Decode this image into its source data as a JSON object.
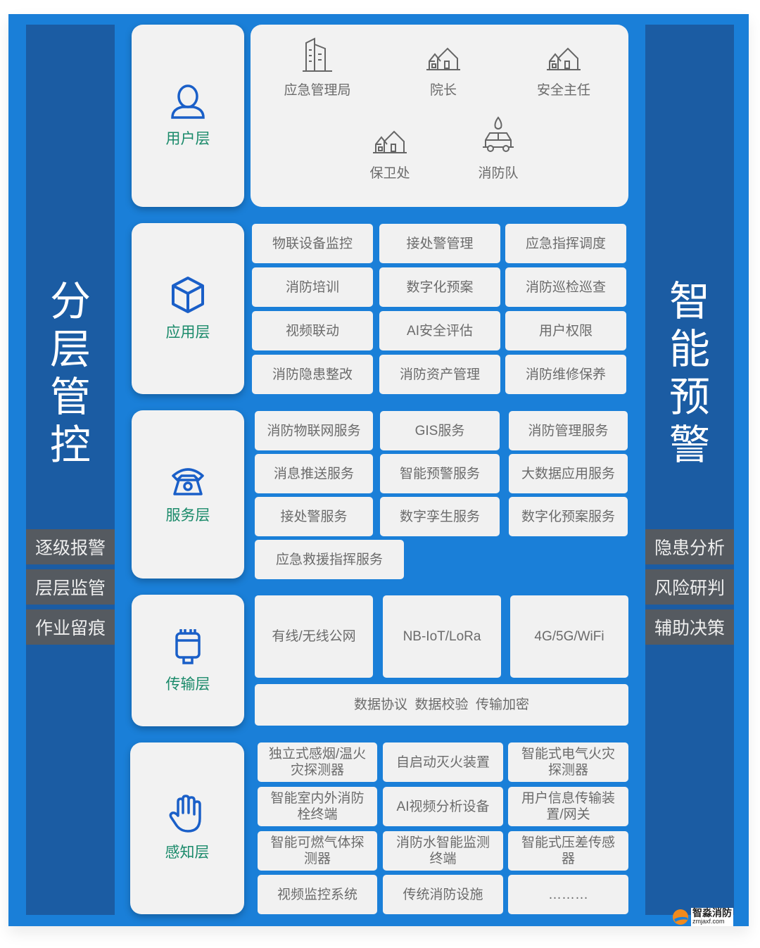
{
  "left_panel": {
    "title": [
      "分",
      "层",
      "管",
      "控"
    ],
    "tags": [
      "逐级报警",
      "层层监管",
      "作业留痕"
    ]
  },
  "right_panel": {
    "title": [
      "智",
      "能",
      "预",
      "警"
    ],
    "tags": [
      "隐患分析",
      "风险研判",
      "辅助决策"
    ]
  },
  "layers": {
    "user": {
      "label": "用户层",
      "items": [
        "应急管理局",
        "院长",
        "安全主任",
        "保卫处",
        "消防队"
      ]
    },
    "app": {
      "label": "应用层",
      "items": [
        "物联设备监控",
        "接处警管理",
        "应急指挥调度",
        "消防培训",
        "数字化预案",
        "消防巡检巡查",
        "视频联动",
        "AI安全评估",
        "用户权限",
        "消防隐患整改",
        "消防资产管理",
        "消防维修保养"
      ]
    },
    "service": {
      "label": "服务层",
      "items": [
        "消防物联网服务",
        "GIS服务",
        "消防管理服务",
        "消息推送服务",
        "智能预警服务",
        "大数据应用服务",
        "接处警服务",
        "数字孪生服务",
        "数字化预案服务",
        "应急救援指挥服务"
      ]
    },
    "transport": {
      "label": "传输层",
      "items": [
        "有线/无线公网",
        "NB-IoT/LoRa",
        "4G/5G/WiFi"
      ],
      "bottom": "数据协议  数据校验  传输加密"
    },
    "sense": {
      "label": "感知层",
      "items": [
        "独立式感烟/温火灾探测器",
        "自启动灭火装置",
        "智能式电气火灾探测器",
        "智能室内外消防栓终端",
        "AI视频分析设备",
        "用户信息传输装置/网关",
        "智能可燃气体探测器",
        "消防水智能监测终端",
        "智能式压差传感器",
        "视频监控系统",
        "传统消防设施",
        "………"
      ]
    }
  },
  "watermark": {
    "name": "智淼消防",
    "url": "zmjaxf.com"
  },
  "colors": {
    "frame": "#1a7fd8",
    "sidebar": "#1b5ca3",
    "label": "#1a8a6a",
    "icon": "#1a5fc8"
  }
}
